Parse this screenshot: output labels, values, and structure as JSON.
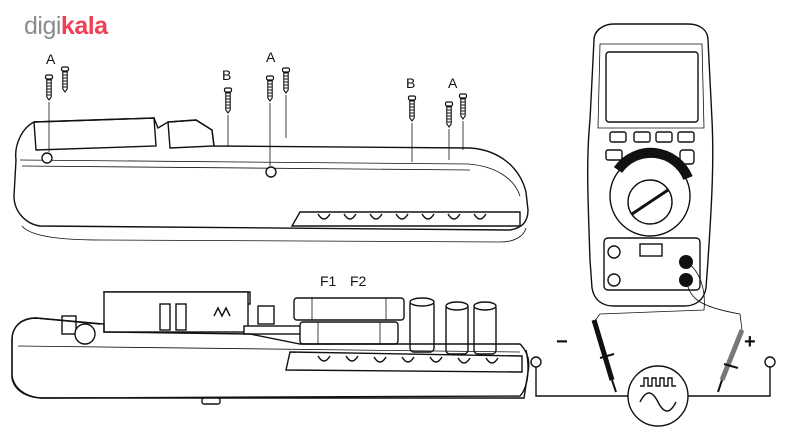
{
  "brand": {
    "logo_part1": "digi",
    "logo_part2": "kala",
    "accent_color": "#ef4056",
    "logo_gray": "#8c8c8c"
  },
  "callouts": {
    "screw_a": "A",
    "screw_b": "B",
    "fuse_1": "F1",
    "fuse_2": "F2"
  },
  "circuit": {
    "minus": "−",
    "plus": "+"
  },
  "icons": {
    "screw": "screw-icon",
    "test_probe": "test-probe-icon",
    "square_wave": "square-wave-icon",
    "sine_wave": "sine-wave-icon"
  }
}
